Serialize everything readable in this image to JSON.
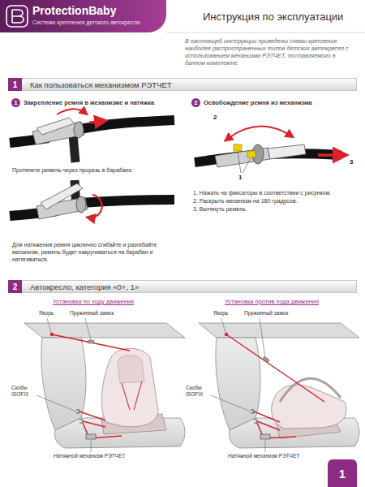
{
  "diagram": {
    "title": "Инструкция по эксплуатации",
    "nodes": [
      {
        "text": [
          "ProtectionBaby",
          "Система крепления детского автокресла"
        ]
      },
      {
        "text": [
          "Как пользоваться механизмом РЭТЧЕТ"
        ]
      },
      {
        "text": [
          "1"
        ],
        "in": 1
      },
      {
        "text": [
          "1",
          "Закрепление ремня в механизме и натяжка"
        ]
      },
      {
        "text": [
          "2",
          "Освобождение ремня из механизма"
        ]
      },
      {
        "text": [
          "Автокресло, категория «0+, 1»"
        ]
      },
      {
        "text": [
          "2"
        ],
        "in": 5
      },
      {
        "text": [
          "1"
        ]
      }
    ],
    "labels": [
      "В настоящей инструкции приведены схемы крепления наиболее распространенных типов детских автокресел с использованием механизма РЭТЧЕТ, поставляемого в данном комплекте.",
      "Протяните ремень через прорезь в барабане.",
      "Для натяжения ремня циклично сгибайте и разгибайте механизм, ремень будет накручиваться на барабан и натягиваться.",
      "2",
      "1",
      "3",
      "1. Нажать на фиксаторы в соответствии с рисунком.",
      "2. Раскрыть механизм на 180 градусов.",
      "3. Вытянуть ремень.",
      "Установка по ходу движения",
      "Установка против хода движения",
      "Якорь",
      "Пружинный замок",
      "Скобы ISOFIX",
      "Натяжной механизм РЭТЧЕТ",
      "Якорь",
      "Пружинный замок",
      "Скобы ISOFIX",
      "Натяжной механизм РЭТЧЕТ"
    ]
  }
}
